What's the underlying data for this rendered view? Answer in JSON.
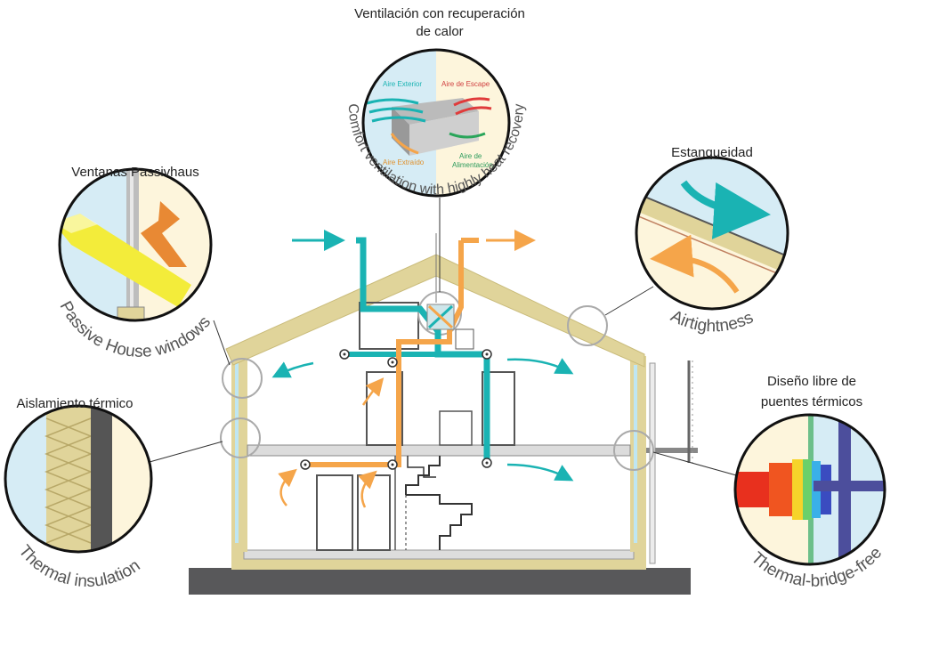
{
  "heat_recovery": {
    "title_line1": "Ventilación con recuperación",
    "title_line2": "de calor",
    "caption": "Comfort ventilation with highly heat recovery",
    "labels": {
      "exterior": "Aire Exterior",
      "escape": "Aire de Escape",
      "extraido": "Aire Extraído",
      "alimentacion1": "Aire de",
      "alimentacion2": "Alimentación"
    }
  },
  "windows": {
    "title": "Ventanas Passivhaus",
    "caption": "Passive House windows"
  },
  "airtight": {
    "title": "Estanqueidad",
    "caption": "Airtightness"
  },
  "insulation": {
    "title": "Aislamiento térmico",
    "caption": "Thermal insulation"
  },
  "thermal_bridge": {
    "title_line1": "Diseño libre de",
    "title_line2": "puentes térmicos",
    "caption": "Thermal-bridge-free"
  },
  "colors": {
    "fresh_air": "#1ab3b3",
    "exhaust_air": "#f5a54a",
    "insulation": "#e0d49a",
    "ground": "#58585a"
  }
}
